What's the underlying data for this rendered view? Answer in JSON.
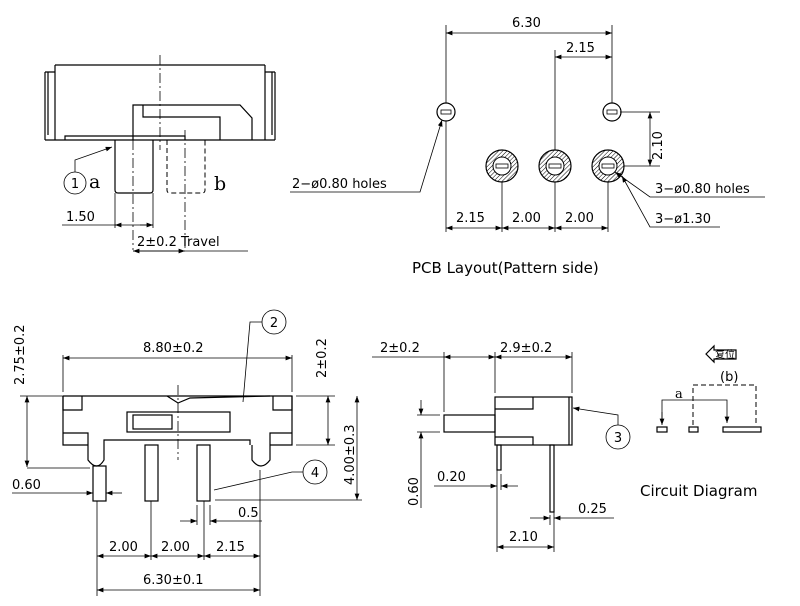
{
  "top_view": {
    "callout_1": "1",
    "label_a": "a",
    "label_b": "b",
    "dim_pin_width": "1.50",
    "dim_travel": "2±0.2 Travel"
  },
  "pcb_layout": {
    "title": "PCB Layout(Pattern side)",
    "dim_overall": "6.30",
    "dim_right": "2.15",
    "dim_vertical": "2.10",
    "note_small_holes": "2−ø0.80 holes",
    "note_holes_drill": "3−ø0.80 holes",
    "note_holes_pad": "3−ø1.30",
    "dim_bottom": [
      "2.15",
      "2.00",
      "2.00"
    ]
  },
  "front_view": {
    "dim_width": "8.80±0.2",
    "dim_height_left": "2.75±0.2",
    "dim_height_right": "2±0.2",
    "dim_total_height": "4.00±0.3",
    "dim_pin_thickness": "0.60",
    "dim_pin_gap": "0.5",
    "dim_pitch": [
      "2.00",
      "2.00",
      "2.15"
    ],
    "dim_total_pitch": "6.30±0.1",
    "callout_2": "2",
    "callout_4": "4"
  },
  "side_view": {
    "dim_actuator": "2±0.2",
    "dim_body": "2.9±0.2",
    "dim_actuator_height": "0.60",
    "dim_pin_left": "0.20",
    "dim_pin_right": "0.25",
    "dim_pin_spacing": "2.10",
    "callout_3": "3"
  },
  "circuit": {
    "title": "Circuit Diagram",
    "reset_label": "复位",
    "label_a": "a",
    "label_b": "(b)"
  }
}
